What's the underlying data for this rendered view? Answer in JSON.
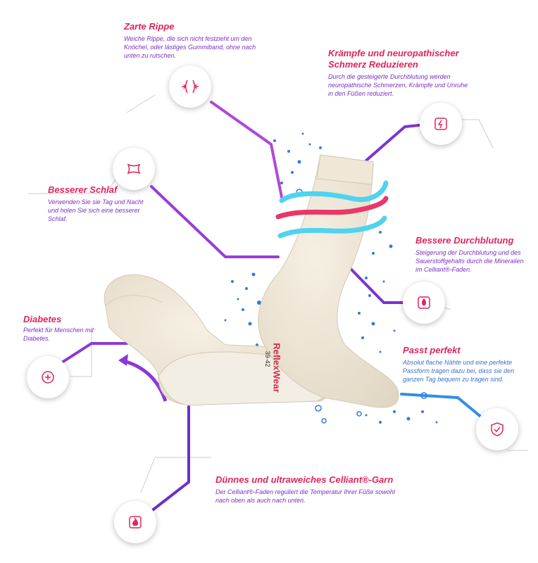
{
  "features": {
    "zarte_rippe": {
      "title": "Zarte Rippe",
      "desc": "Weiche Rippe, die sich nicht festzieht um den Knöchel, oder lästiges Gummiband, ohne nach unten zu rutschen.",
      "icon": "compression-arrows-icon"
    },
    "kraempfe": {
      "title_line1": "Krämpfe und neuropathischer",
      "title_line2": "Schmerz Reduzieren",
      "desc": "Durch die gesteigerte Durchblutung werden neuropathische Schmerzen, Krämpfe und Unruhe in den Füßen reduziert.",
      "icon": "lightning-icon"
    },
    "schlaf": {
      "title": "Besserer Schlaf",
      "desc": "Verwenden Sie sie Tag und Nacht und holen Sie sich eine besserer Schlaf.",
      "icon": "pillow-icon"
    },
    "durchblutung": {
      "title": "Bessere Durchblutung",
      "desc": "Steigerung der Durchblutung und des Sauerstoffgehalts durch die Mineralien im Celliant®-Faden.",
      "icon": "blood-drop-icon"
    },
    "diabetes": {
      "title": "Diabetes",
      "desc": "Perfekt für Menschen mit Diabetes.",
      "icon": "medical-plus-icon"
    },
    "passt": {
      "title": "Passt perfekt",
      "desc": "Absolut flache Nähte und eine perfekte Passform tragen dazu bei, dass sie den ganzen Tag bequem zu tragen sind.",
      "icon": "shield-check-icon"
    },
    "garn": {
      "title": "Dünnes und ultraweiches Celliant®-Garn",
      "desc": "Der Celliant®-Faden reguliert die Temperatur Ihrer Füße sowohl nach oben als auch nach unten.",
      "icon": "flame-icon"
    }
  },
  "sock": {
    "brand": "ReflexWear",
    "size": "39-42"
  },
  "colors": {
    "title": "#e0245e",
    "desc_purple": "#7b2fc4",
    "desc_blue": "#3b6fc9",
    "line_purple": "#a43cd8",
    "line_blue": "#2f8fe6",
    "wave_cyan": "#4fd3ee",
    "wave_red": "#e8386a"
  }
}
